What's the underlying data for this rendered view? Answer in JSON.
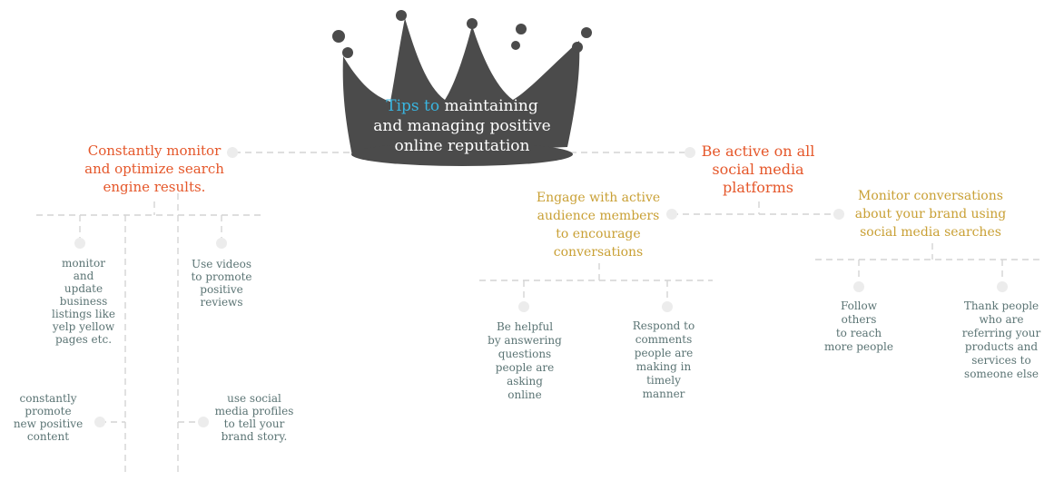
{
  "title": {
    "accent": "Tips to",
    "line1_rest": " maintaining",
    "line2": "and managing positive",
    "line3": "online reputation"
  },
  "left_branch": {
    "label": [
      "Constantly monitor",
      "and optimize search",
      "engine results."
    ],
    "leaves": [
      {
        "lines": [
          "monitor",
          "and",
          "update",
          "business",
          "listings like",
          "yelp yellow",
          "pages etc."
        ]
      },
      {
        "lines": [
          "Use videos",
          "to promote",
          "positive",
          "reviews"
        ]
      },
      {
        "lines": [
          "constantly",
          "promote",
          "new positive",
          "content"
        ]
      },
      {
        "lines": [
          "use social",
          "media profiles",
          "to tell your",
          "brand story."
        ]
      }
    ]
  },
  "right_branch": {
    "label": [
      "Be active on all",
      "social media",
      "platforms"
    ],
    "sub_branches": [
      {
        "label": [
          "Engage with active",
          "audience members",
          "to encourage",
          "conversations"
        ],
        "leaves": [
          {
            "lines": [
              "Be helpful",
              "by answering",
              "questions",
              "people are",
              "asking",
              "online"
            ]
          },
          {
            "lines": [
              "Respond to",
              "comments",
              "people are",
              "making in",
              "timely",
              "manner"
            ]
          }
        ]
      },
      {
        "label": [
          "Monitor conversations",
          "about your brand using",
          "social media searches"
        ],
        "leaves": [
          {
            "lines": [
              "Follow",
              "others",
              "to reach",
              "more people"
            ]
          },
          {
            "lines": [
              "Thank people",
              "who are",
              "referring your",
              "products and",
              "services to",
              "someone else"
            ]
          }
        ]
      }
    ]
  },
  "colors": {
    "crown": "#4b4b4b",
    "title_text": "#ffffff",
    "title_accent": "#39b5e0",
    "main_branch": "#e5572a",
    "sub_branch": "#c9a035",
    "leaf_text": "#5b7474",
    "connector": "#d4d4d4"
  }
}
